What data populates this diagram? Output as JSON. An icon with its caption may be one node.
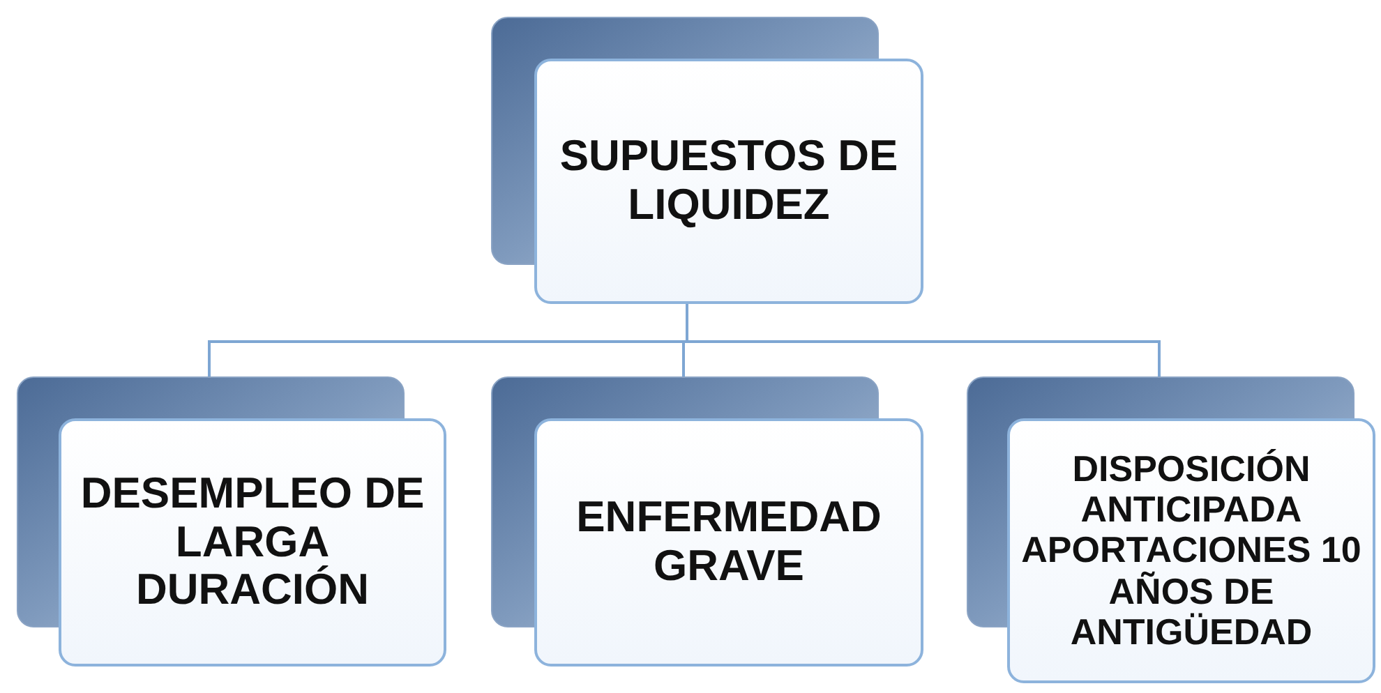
{
  "diagram": {
    "nodes": [
      {
        "text": [
          "SUPUESTOS DE LIQUIDEZ"
        ]
      },
      {
        "text": [
          "DESEMPLEO DE LARGA DURACIÓN"
        ]
      },
      {
        "text": [
          "ENFERMEDAD GRAVE"
        ]
      },
      {
        "text": [
          "DISPOSICIÓN ANTICIPADA APORTACIONES 10 AÑOS DE ANTIGÜEDAD"
        ]
      }
    ],
    "edges": [
      {
        "from": 0,
        "to": 1,
        "arrow": "none"
      },
      {
        "from": 0,
        "to": 2,
        "arrow": "none"
      },
      {
        "from": 0,
        "to": 3,
        "arrow": "none"
      }
    ]
  }
}
